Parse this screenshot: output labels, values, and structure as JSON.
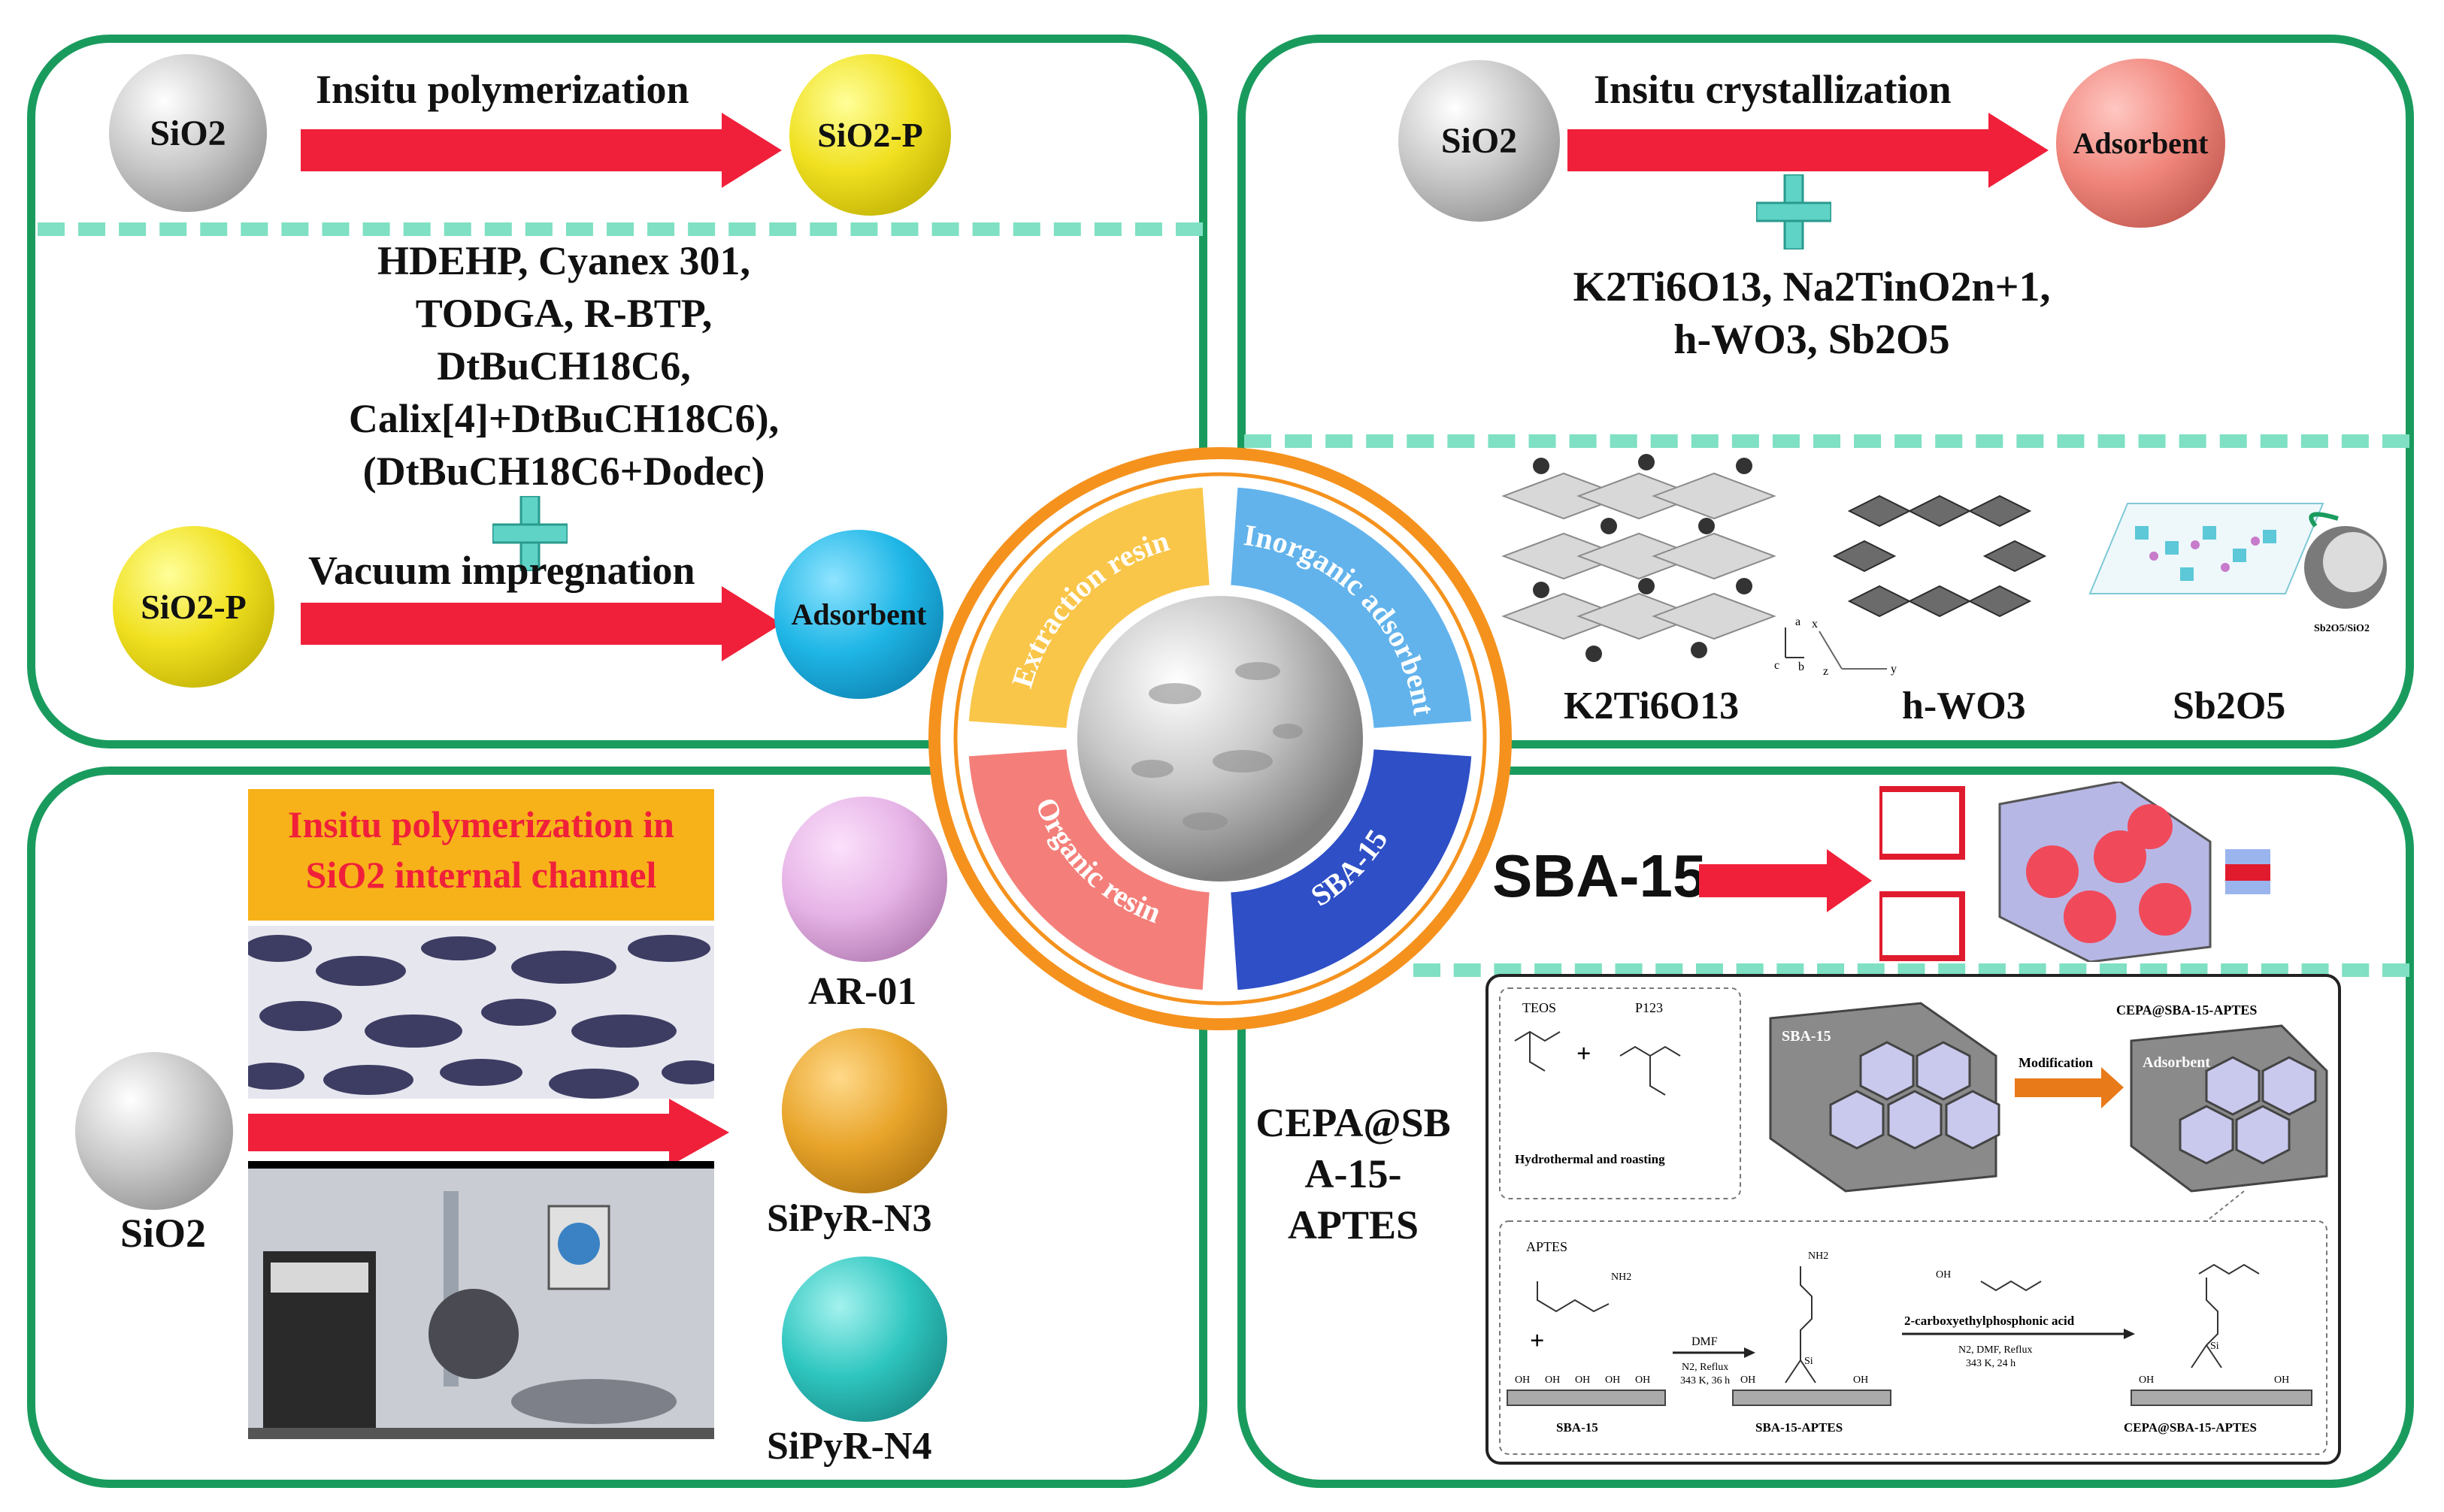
{
  "center": {
    "quadrants": [
      "Extraction resin",
      "Inorganic adsorbent",
      "SBA-15",
      "Organic resin"
    ],
    "colors": [
      "#f9c64a",
      "#62b3ec",
      "#2e4fc6",
      "#f47f7a"
    ]
  },
  "top_left": {
    "sphere1": "SiO2",
    "arrow1_label": "Insitu polymerization",
    "sphere2": "SiO2-P",
    "extractants": [
      "HDEHP, Cyanex 301,",
      "TODGA, R-BTP,",
      "DtBuCH18C6,",
      "Calix[4]+DtBuCH18C6),",
      "(DtBuCH18C6+Dodec)"
    ],
    "sphere3": "SiO2-P",
    "arrow2_label": "Vacuum impregnation",
    "sphere4": "Adsorbent"
  },
  "top_right": {
    "sphere1": "SiO2",
    "arrow_label": "Insitu crystallization",
    "sphere2": "Adsorbent",
    "materials_line1": "K2Ti6O13, Na2TinO2n+1,",
    "materials_line2": "h-WO3, Sb2O5",
    "structure_labels": [
      "K2Ti6O13",
      "h-WO3",
      "Sb2O5"
    ],
    "sb_small_label": "Sb2O5/SiO2",
    "axis_labels": [
      "a",
      "c",
      "b",
      "x",
      "z",
      "y"
    ]
  },
  "bottom_left": {
    "banner_line1": "Insitu polymerization in",
    "banner_line2": "SiO2 internal channel",
    "sphere_label": "SiO2",
    "products": [
      "AR-01",
      "SiPyR-N3",
      "SiPyR-N4"
    ],
    "product_colors": [
      "#e6b3e6",
      "#e8a42a",
      "#2fc6c0"
    ]
  },
  "bottom_right": {
    "sba_title": "SBA-15",
    "side_label_lines": [
      "CEPA@SB",
      "A-15-",
      "APTES"
    ],
    "scheme": {
      "teos": "TEOS",
      "p123": "P123",
      "hydrothermal": "Hydrothermal and roasting",
      "sba15_block": "SBA-15",
      "modification": "Modification",
      "product_title": "CEPA@SBA-15-APTES",
      "adsorbent_block": "Adsorbent",
      "aptes": "APTES",
      "nh2": "NH2",
      "dmf": "DMF",
      "cond1a": "N2, Reflux",
      "cond1b": "343 K, 36 h",
      "reagent2": "2-carboxyethylphosphonic acid",
      "cond2a": "N2, DMF, Reflux",
      "cond2b": "343 K, 24 h",
      "bottom_labels": [
        "SBA-15",
        "SBA-15-APTES",
        "CEPA@SBA-15-APTES"
      ],
      "oh": "OH",
      "si": "Si"
    }
  }
}
